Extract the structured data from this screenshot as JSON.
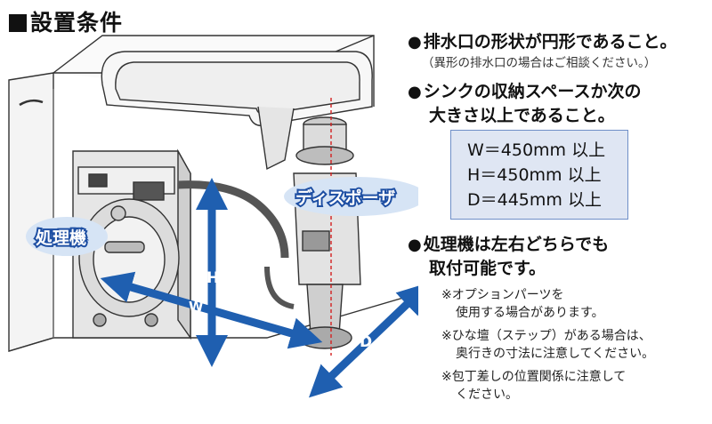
{
  "title": "設置条件",
  "conditions": {
    "c1": "排水口の形状が円形であること。",
    "c1_note": "（異形の排水口の場合はご相談ください。）",
    "c2_line1": "シンクの収納スペースか次の",
    "c2_line2": "大きさ以上であること。",
    "c3_line1": "処理機は左右どちらでも",
    "c3_line2": "取付可能です。"
  },
  "specs": {
    "w": "W＝450mm 以上",
    "h": "H＝450mm 以上",
    "d": "D＝445mm 以上"
  },
  "notes": {
    "n1_line1": "※オプションパーツを",
    "n1_line2": "使用する場合があります。",
    "n2_line1": "※ひな壇（ステップ）がある場合は、",
    "n2_line2": "奥行きの寸法に注意してください。",
    "n3_line1": "※包丁差しの位置関係に注意して",
    "n3_line2": "ください。"
  },
  "labels": {
    "processor": "処理機",
    "disposer": "ディスポーザ",
    "w": "W",
    "h": "H",
    "d": "D"
  },
  "colors": {
    "arrow_blue": "#1f5fb0",
    "label_blue": "#1e4fa3",
    "box_fill": "#dfe6f3",
    "box_border": "#6f8fc8",
    "bubble_fill": "#d6e4f5"
  }
}
